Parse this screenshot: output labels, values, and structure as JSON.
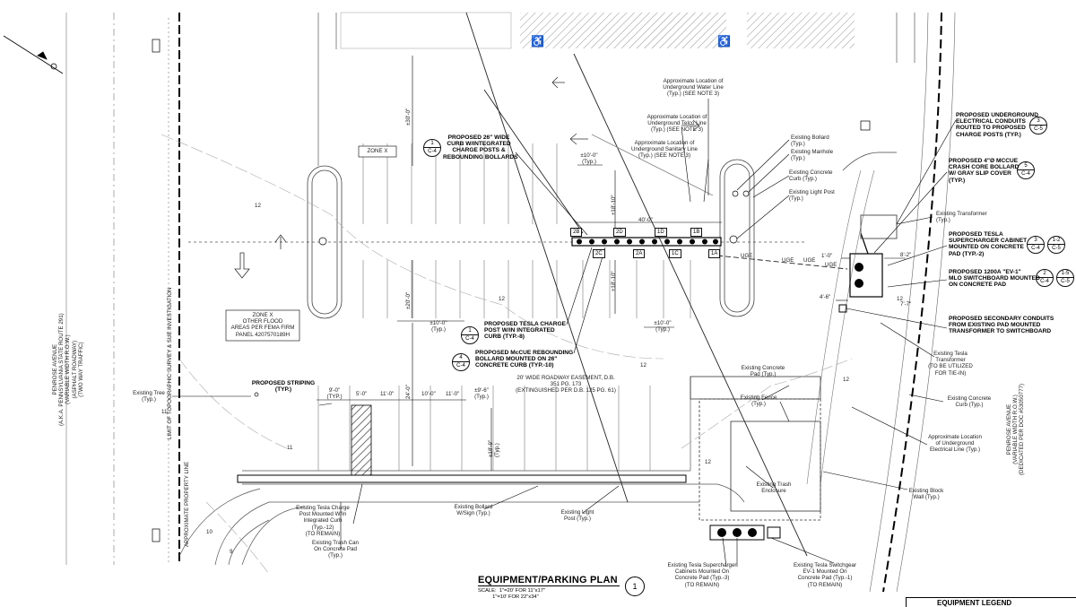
{
  "title": "EQUIPMENT/PARKING PLAN",
  "scale_lines": "SCALE:  1\"=20' FOR 11\"x17\"\n          1\"=10' FOR 22\"x34\"",
  "sheet_number": "1",
  "legend_title": "EQUIPMENT LEGEND",
  "roads": {
    "west": "PENROSE AVENUE\n(A.K.A. PENNSYLVANIA STATE ROUTE 291)\n(VARIABLE WIDTH R.O.W.)\n(ASPHALT ROADWAY)\n(TWO WAY TRAFFIC)",
    "east": "PENROSE AVENUE\n(VARIABLE WIDTH R.O.W.)\n(DEDICATED PER DOC #53050777)",
    "survey_limit": "LIMIT OF TOPOGRAPHIC SURVEY & SUE INVESTIGATION",
    "property_line": "APPROXIMATE PROPERTY LINE"
  },
  "zones": {
    "zone_x": "ZONE X",
    "flood": "ZONE X\nOTHER FLOOD\nAREAS PER FEMA FIRM\nPANEL 4207570189H"
  },
  "dimensions": {
    "d30": "±30'-0\"",
    "d20": "±20'-0\"",
    "d24": "24'-0\"",
    "d40": "40'-0\"",
    "d18a": "±18'-10\"",
    "d18b": "±18'-10\"",
    "d10a": "±10'-0\"\n(Typ.)",
    "d10b": "±10'-0\"\n(Typ.)",
    "d10c": "±10'-0\"\n(Typ.)",
    "d9": "9'-0\"\n(TYP.)",
    "d5": "5'-0\"",
    "d11": "11'-0\"",
    "d10": "10'-0\"",
    "d11b": "11'-0\"",
    "d9_6": "±9'-6\"\n(Typ.)",
    "d18_9": "±18'-9\"\n(Typ.)",
    "d1": "1'-0\"",
    "d8_2": "8'-2\"",
    "d4_6": "4'-6\"",
    "d7_7": "7'-7\""
  },
  "stall_tags": [
    "2B",
    "2D",
    "1D",
    "1B",
    "2C",
    "2A",
    "1C",
    "1A"
  ],
  "bubbles": {
    "b1": {
      "top": "1",
      "bottom": "C-4"
    },
    "b1b": {
      "top": "1",
      "bottom": "C-4"
    },
    "b4": {
      "top": "4",
      "bottom": "C-4"
    },
    "b3": {
      "top": "3",
      "bottom": "C-5"
    },
    "b5": {
      "top": "5",
      "bottom": "C-4"
    },
    "b3b": {
      "top": "3",
      "bottom": "C-4"
    },
    "b12": {
      "top": "1-2",
      "bottom": "C-5"
    },
    "b2": {
      "top": "2",
      "bottom": "C-4"
    },
    "b15": {
      "top": "1-5",
      "bottom": "C-5"
    }
  },
  "notes": {
    "curb26": "PROPOSED 26\" WIDE\nCURB W/INTEGRATED\nCHARGE POSTS &\nREBOUNDING BOLLARDS",
    "tesla_post": "PROPOSED TESLA CHARGE\nPOST W/IN INTEGRATED\nCURB (TYP.-8)",
    "mccue_bollard": "PROPOSED McCUE REBOUNDING\nBOLLARD MOUNTED ON 26\"\nCONCRETE CURB (TYP.-10)",
    "easement": "20' WIDE ROADWAY EASEMENT, D.B.\n351 PG. 173\n(EXTINGUISHED PER D.B. 125 PG. 61)",
    "water": "Approximate Location of\nUnderground Water Line\n(Typ.) (SEE NOTE 3)",
    "telco": "Approximate Location of\nUnderground Telco Line\n(Typ.) (SEE NOTE 3)",
    "sanitary": "Approximate Location of\nUnderground Sanitary Line\n(Typ.) (SEE NOTE 3)",
    "bollard": "Existing Bollard\n(Typ.)",
    "manhole": "Existing Manhole\n(Typ.)",
    "curb": "Existing Concrete\nCurb (Typ.)",
    "light": "Existing Light Post\n(Typ.)",
    "conduits": "PROPOSED UNDERGROUND\nELECTRICAL CONDUITS\nROUTED TO PROPOSED\nCHARGE POSTS (TYP.)",
    "crash_bollard": "PROPOSED 4\"Ø MCCUE\nCRASH CORE BOLLARD\nW/ GRAY SLIP COVER\n(TYP.)",
    "transformer": "Existing Transformer\n(Typ.)",
    "cabinet": "PROPOSED TESLA\nSUPERCHARGER CABINET\nMOUNTED ON CONCRETE\nPAD (TYP.-2)",
    "switchboard": "PROPOSED 1200A \"EV-1\"\nMLO SWITCHBOARD MOUNTED\nON CONCRETE PAD",
    "secondary": "PROPOSED SECONDARY CONDUITS\nFROM EXISTING PAD MOUNTED\nTRANSFORMER TO SWITCHBOARD",
    "tesla_transformer": "Existing Tesla\nTransformer\n(TO BE UTILIZED\nFOR TIE-IN)",
    "conc_pad": "Existing Concrete\nPad (Typ.)",
    "fence": "Existing Fence\n(Typ.)",
    "conc_curb2": "Existing Concrete\nCurb (Typ.)",
    "ug_electric": "Approximate Location\nof Underground\nElectrical Line (Typ.)",
    "trash_enc": "Existing Trash\nEnclosure",
    "block_wall": "Existing Block\nWall (Typ.)",
    "tree": "Existing Tree\n(Typ.)",
    "striping": "PROPOSED STRIPING\n(TYP.)",
    "ex_charge": "Existing Tesla Charge\nPost Mounted W/In\nIntegrated Curb\n(Typ.-12)\n(TO REMAIN)",
    "trash_can": "Existing Trash Can\nOn Concrete Pad\n(Typ.)",
    "ex_bollard": "Existing Bollard\nW/Sign (Typ.)",
    "ex_light": "Existing Light\nPost (Typ.)",
    "ex_cabinets": "Existing Tesla Supercharger\nCabinets Mounted On\nConcrete Pad (Typ.-3)\n(TO REMAIN)",
    "switchgear": "Existing Tesla Switchgear\nEV-1 Mounted On\nConcrete Pad (Typ.-1)\n(TO REMAIN)"
  },
  "contours": [
    "12",
    "12",
    "11",
    "11",
    "12",
    "12",
    "12",
    "12",
    "10",
    "9"
  ],
  "utility": [
    "UGE",
    "UGE",
    "UGE",
    "UGE"
  ]
}
